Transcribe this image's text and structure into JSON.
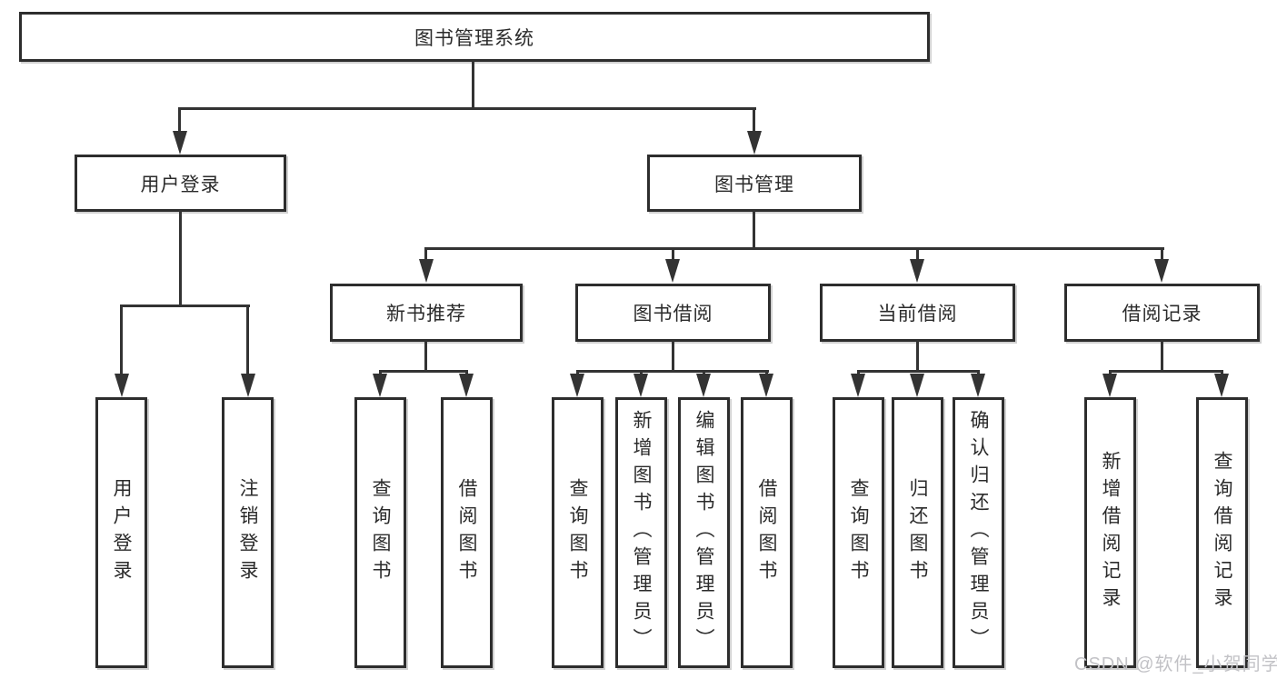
{
  "colors": {
    "line": "#333333",
    "box_border": "#2d2d2d",
    "box_bg": "#ffffff",
    "text": "#2b2b2b",
    "watermark": "#c2c2c6"
  },
  "diagram": {
    "root": "图书管理系统",
    "level2": [
      "用户登录",
      "图书管理"
    ],
    "level3": [
      "新书推荐",
      "图书借阅",
      "当前借阅",
      "借阅记录"
    ],
    "leaves": [
      "用户登录",
      "注销登录",
      "查询图书",
      "借阅图书",
      "查询图书",
      "新增图书（管理员）",
      "编辑图书（管理员）",
      "借阅图书",
      "查询图书",
      "归还图书",
      "确认归还（管理员）",
      "新增借阅记录",
      "查询借阅记录"
    ],
    "watermark": "CSDN @软件_小贺同学"
  }
}
